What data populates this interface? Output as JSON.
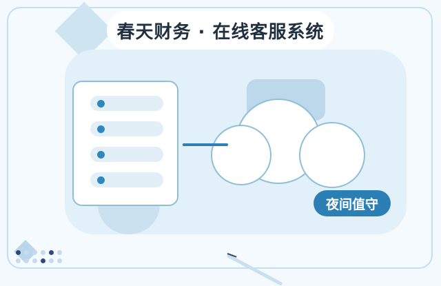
{
  "title": "春天财务 · 在线客服系统",
  "badge": {
    "label": "夜间值守"
  },
  "list_items": 4,
  "colors": {
    "accent": "#2b7fb5",
    "outline": "#8fbfd6",
    "panel": "#e1f0f9",
    "background": "#f4fafd",
    "title_text": "#1f2f3f"
  },
  "icons": [
    "list-card-icon",
    "cloud-icon"
  ]
}
